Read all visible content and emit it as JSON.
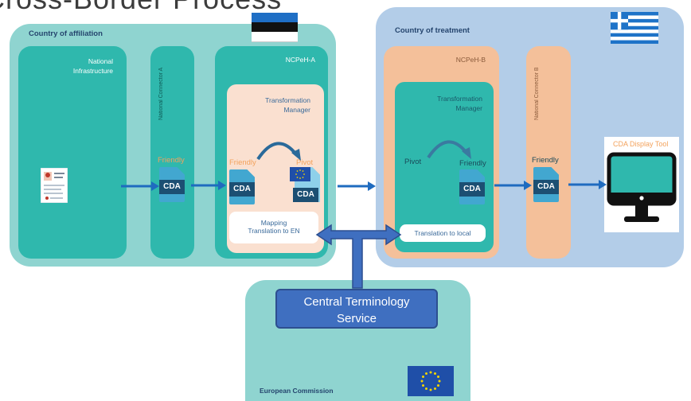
{
  "title": "Cross-Border Process",
  "regions": {
    "affiliation": "Country of affiliation",
    "treatment": "Country of treatment",
    "commission": "European Commission"
  },
  "columns": {
    "national_infrastructure": "National Infrastructure",
    "national_connector_a": "National Connector A",
    "ncpeh_a": "NCPeH-A",
    "ncpeh_b": "NCPeH-B",
    "national_connector_b": "National Connector B"
  },
  "managers": {
    "a": "Transformation Manager",
    "b": "Transformation Manager"
  },
  "words": {
    "friendly": "Friendly",
    "pivot": "Pivot",
    "cda": "CDA",
    "cda_display_tool": "CDA Display Tool"
  },
  "boxes": {
    "mapping_line1": "Mapping",
    "mapping_line2": "Translation to EN",
    "translation_local": "Translation to local"
  },
  "central_terminology": {
    "line1": "Central Terminology",
    "line2": "Service"
  },
  "colors": {
    "teal": "#2fb8ad",
    "light_teal": "#8fd4d0",
    "light_blue": "#b3cde8",
    "peach": "#f4c09a",
    "cts_blue": "#3f6fc0",
    "arrow_blue": "#1f6bbf"
  }
}
